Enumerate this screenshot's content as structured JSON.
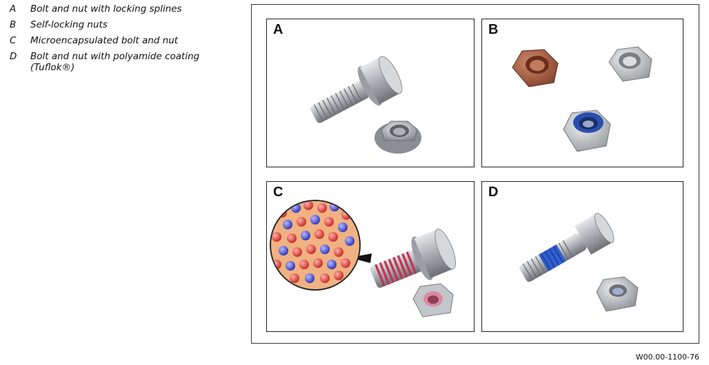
{
  "legend": [
    {
      "key": "A",
      "text": "Bolt and nut with locking splines"
    },
    {
      "key": "B",
      "text": "Self-locking nuts"
    },
    {
      "key": "C",
      "text": "Microencapsulated bolt and nut"
    },
    {
      "key": "D",
      "text": "Bolt and nut with polyamide coating (Tuflok®)"
    }
  ],
  "panels": {
    "a": {
      "letter": "A"
    },
    "b": {
      "letter": "B"
    },
    "c": {
      "letter": "C"
    },
    "d": {
      "letter": "D"
    }
  },
  "figure_code": "W00.00-1100-76",
  "colors": {
    "steel": "#b9bcc0",
    "copper_nut": "#a65a3c",
    "polyamide_ring": "#2b4fb0",
    "microcapsule_red": "#e0403a",
    "microcapsule_blue": "#4a4fd8",
    "capsule_background": "#f0b282",
    "coating_red": "#d6405c",
    "coating_blue": "#2f5fd0"
  }
}
